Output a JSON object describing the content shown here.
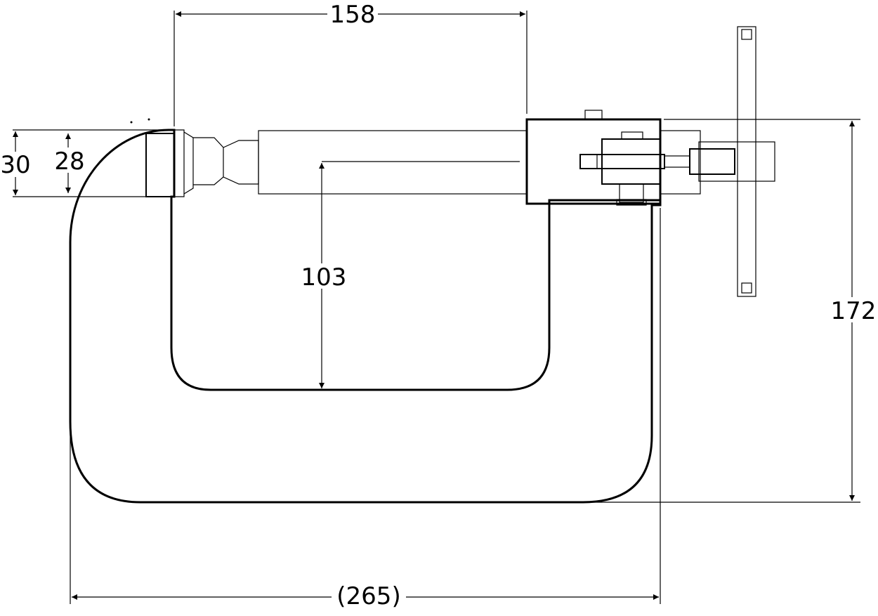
{
  "dimensions": {
    "top_width": "158",
    "outer_height": "30",
    "inner_height": "28",
    "throat_depth": "103",
    "total_height": "172",
    "overall_length": "(265)"
  }
}
